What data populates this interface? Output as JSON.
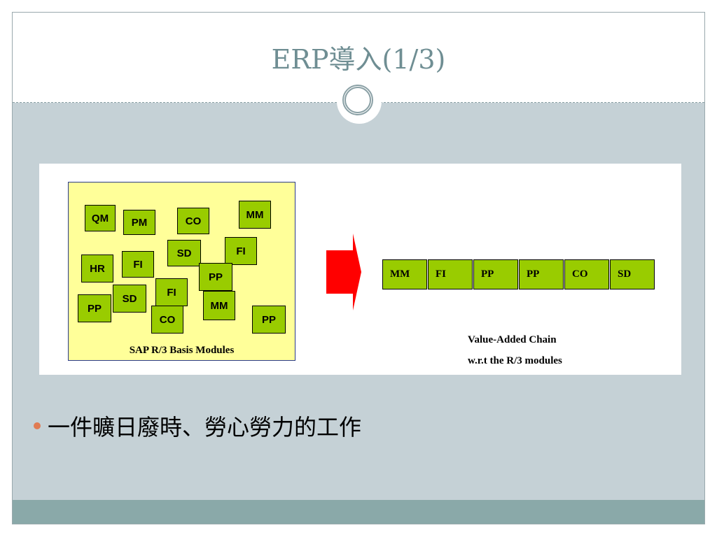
{
  "title": "ERP導入(1/3)",
  "basis_modules": {
    "label": "SAP R/3 Basis Modules",
    "modules": [
      "QM",
      "PM",
      "CO",
      "MM",
      "FI",
      "SD",
      "HR",
      "FI",
      "PP",
      "SD",
      "FI",
      "PP",
      "MM",
      "CO",
      "PP"
    ]
  },
  "chain": {
    "modules": [
      "MM",
      "FI",
      "PP",
      "PP",
      "CO",
      "SD"
    ],
    "caption_line1": "Value-Added Chain",
    "caption_line2": "w.r.t the R/3 modules"
  },
  "bullet": "一件曠日廢時、勞心勞力的工作",
  "colors": {
    "module_fill": "#99cc00",
    "basis_bg": "#ffff99",
    "arrow": "#ff0000",
    "bullet_dot": "#e07b53"
  }
}
